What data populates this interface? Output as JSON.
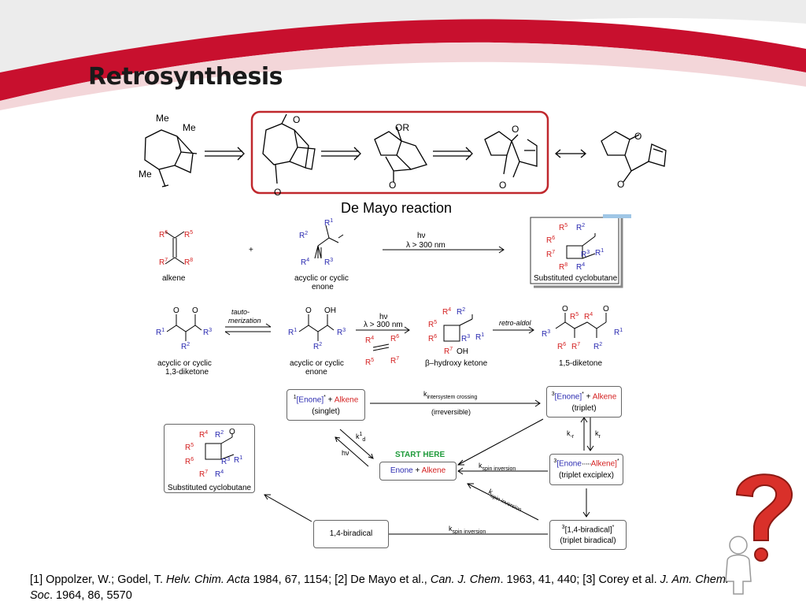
{
  "slide": {
    "title": "Retrosynthesis",
    "caption": "De Mayo reaction",
    "references": {
      "r1a": "[1] Oppolzer, W.; Godel, T. ",
      "r1j": "Helv. Chim. Acta",
      "r1b": " 1984, 67, 1154; [2] De Mayo et al., ",
      "r2j": "Can. J. Chem",
      "r2b": ". 1963, 41, 440; [3] Corey et al. ",
      "r3j": "J. Am. Chem. Soc",
      "r3b": ". 1964, 86, 5570"
    }
  },
  "colors": {
    "accent_red": "#c8102e",
    "red_label": "#d42020",
    "blue_label": "#2a2ab0",
    "green": "#1e9a3a",
    "box_border": "#c0282d"
  },
  "retro": {
    "me1": "Me",
    "me2": "Me",
    "me3": "Me",
    "o": "O",
    "or": "OR"
  },
  "row1": {
    "alkene": "alkene",
    "plus": "+",
    "enone": "acyclic or cyclic",
    "enone2": "enone",
    "hv": "hν",
    "lambda": "λ > 300 nm",
    "product": "Substituted cyclobutane",
    "R1": "R",
    "R2": "R",
    "R3": "R",
    "R4": "R",
    "R5": "R",
    "R6": "R",
    "R7": "R",
    "R8": "R"
  },
  "row2": {
    "diketone": "acyclic or cyclic",
    "diketone2": "1,3-diketone",
    "tauto": "tauto-",
    "tauto2": "merization",
    "enol": "acyclic or cyclic",
    "enol2": "enone",
    "hv": "hν",
    "lambda": "λ > 300 nm",
    "hydroxy": "β–hydroxy ketone",
    "retro": "retro-aldol",
    "diketone15": "1,5-diketone",
    "oh": "OH"
  },
  "mech": {
    "singlet_a": "[Enone]",
    "singlet_alk": "Alkene",
    "singlet_lbl": "(singlet)",
    "kisc": "intersystem crossing",
    "irrev": "(irreversible)",
    "triplet_a": "[Enone]",
    "triplet_alk": "Alkene",
    "triplet_lbl": "(triplet)",
    "start": "START HERE",
    "enone": "Enone",
    "plus": "+",
    "alkene": "Alkene",
    "kd": "k",
    "hv": "hν",
    "kspin": "spin inversion",
    "kspin2": "spin inversion",
    "kspin3": "spin inversion",
    "exc_a": "[Enone",
    "exc_alk": "Alkene]",
    "exc_lbl": "(triplet exciplex)",
    "k_r": "k",
    "kr": "k",
    "cyclo_lbl": "Substituted cyclobutane",
    "birad": "1,4-biradical",
    "trip_birad": "[1,4-biradical]",
    "trip_birad_lbl": "(triplet biradical)"
  }
}
